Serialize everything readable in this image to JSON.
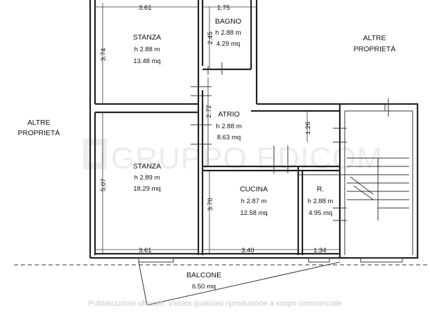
{
  "rooms": {
    "stanza_top": {
      "name": "STANZA",
      "height": "h 2.88 m",
      "area": "13.48 mq"
    },
    "bagno": {
      "name": "BAGNO",
      "height": "h 2.88 m",
      "area": "4.29 mq"
    },
    "atrio": {
      "name": "ATRIO",
      "height": "h 2.88 m",
      "area": "8.63 mq"
    },
    "stanza_bottom": {
      "name": "STANZA",
      "height": "h 2.89 m",
      "area": "18.29 mq"
    },
    "cucina": {
      "name": "CUCINA",
      "height": "h 2.87 m",
      "area": "12.58 mq"
    },
    "ripostiglio": {
      "name": "R.",
      "height": "h 2.88 m",
      "area": "4.95 mq"
    },
    "balcone": {
      "name": "BALCONE",
      "area": "6.50 mq"
    }
  },
  "dimensions": {
    "top_left_width": "3.61",
    "top_right_width": "1.75",
    "stanza_top_height": "3.74",
    "bagno_height": "2.45",
    "atrio_height": "2.72",
    "corridor_height": "1.26",
    "stanza_bottom_height": "5.07",
    "cucina_height": "3.70",
    "bottom_left_width": "3.61",
    "bottom_mid_width": "3.40",
    "bottom_right_width": "1.34"
  },
  "neighbors": {
    "left_line1": "ALTRE",
    "left_line2": "PROPRIETÁ",
    "right_line1": "ALTRE",
    "right_line2": "PROPRIETÁ"
  },
  "watermark": "GRUPPO EDICOM",
  "footer": "Pubblicazione ufficiale. Vietata qualsiasi riproduzione a scopo commerciale"
}
